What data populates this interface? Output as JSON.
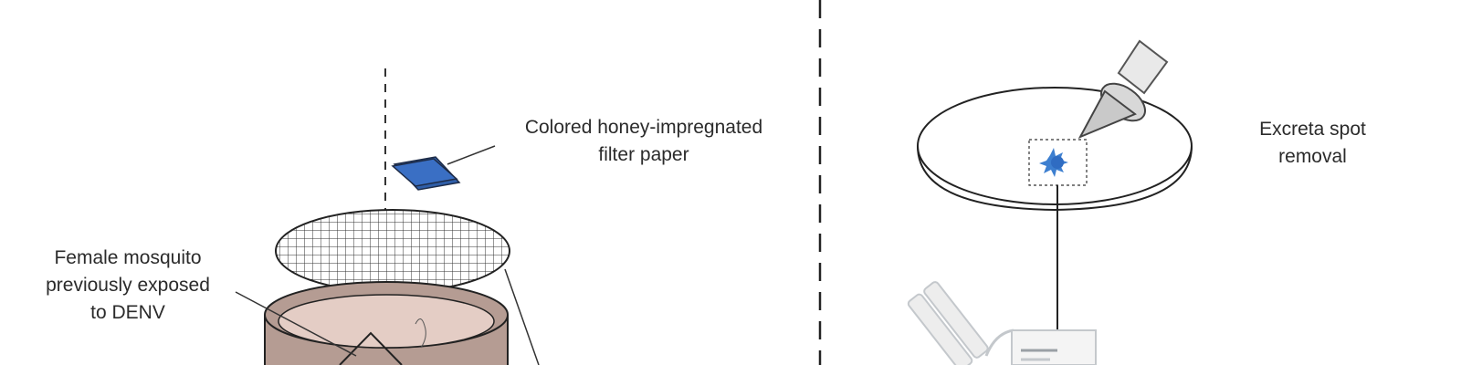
{
  "labels": {
    "filter_paper": {
      "line1": "Colored honey-impregnated",
      "line2": "filter paper"
    },
    "mosquito": {
      "line1": "Female mosquito",
      "line2": "previously exposed",
      "line3": "to DENV"
    },
    "excreta": {
      "line1": "Excreta spot",
      "line2": "removal"
    }
  },
  "colors": {
    "filter_paper": "#3a6fc4",
    "excreta_spot": "#3d7fd0",
    "cup_interior": "#e4cdc5",
    "cup_wall": "#b59c93",
    "line": "#222222",
    "tube": "#bfc3c7"
  },
  "icons": [
    "filter-paper-icon",
    "mesh-lid-icon",
    "cup-icon",
    "filter-disc-icon",
    "scalpel-icon",
    "excreta-spot-icon",
    "tube-icon"
  ]
}
